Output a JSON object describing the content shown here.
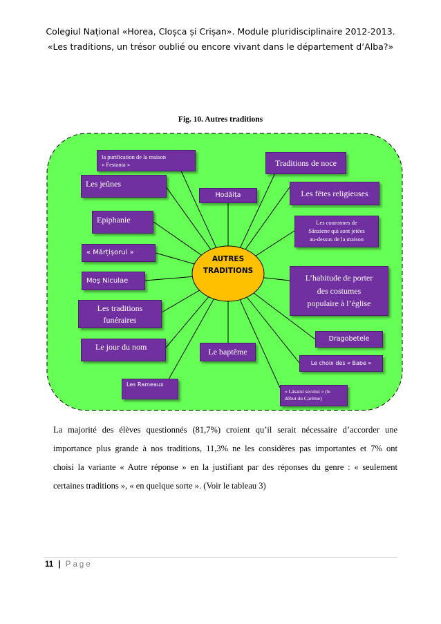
{
  "header": {
    "line1": "Colegiul Național «Horea, Cloșca și Crișan». Module pluridisciplinaire 2012-2013.",
    "line2": "«Les traditions, un trésor oublié ou encore vivant dans le département d’Alba?»"
  },
  "figure": {
    "caption": "Fig. 10. Autres traditions",
    "center": {
      "line1": "AUTRES",
      "line2": "TRADITIONS"
    },
    "nodes": {
      "purification": {
        "line1": "la purification de la maison",
        "line2": "« Festania »"
      },
      "jeunes": "Les jeûnes",
      "epiphanie": "Epiphanie",
      "martisorul": "« Mărțișorul »",
      "mos_niculae": "Moș Niculae",
      "funeraires": {
        "line1": "Les traditions",
        "line2": "funéraires"
      },
      "jour_du_nom": "Le jour du nom",
      "rameaux": "Les Rameaux",
      "hodaita": "Hodăița",
      "bapteme": "Le baptême",
      "noce": "Traditions de noce",
      "fetes": "Les fêtes religieuses",
      "couronnes": {
        "line1": "Les couronnes de",
        "line2": "Sânziene qui sont jetées",
        "line3": "au-dessus de la maison"
      },
      "habitude": {
        "line1": "L’habitude de porter",
        "line2": "des costumes",
        "line3": "populaire à l’église"
      },
      "dragobetele": "Dragobetele",
      "choix_babe": "Le choix des  « Babe »",
      "lasatul": {
        "line1": "« Lăsatul secului » (le",
        "line2": "début du Carême)"
      }
    },
    "colors": {
      "background": "#66ff55",
      "node": "#7030a0",
      "center": "#ffc000"
    }
  },
  "body": {
    "line1": "La majorité des élèves questionnés (81,7%) croient qu’il serait nécessaire d’accorder une",
    "line2": "importance plus grande à nos traditions, 11,3%  ne les considères pas importantes et 7% ont",
    "line3": "choisi la variante « Autre réponse » en la justifiant par des réponses du genre : « seulement",
    "line4": "certaines traditions », « en quelque sorte ». (Voir le tableau 3)"
  },
  "footer": {
    "page_number": "11",
    "separator": "|",
    "label": "Page"
  }
}
